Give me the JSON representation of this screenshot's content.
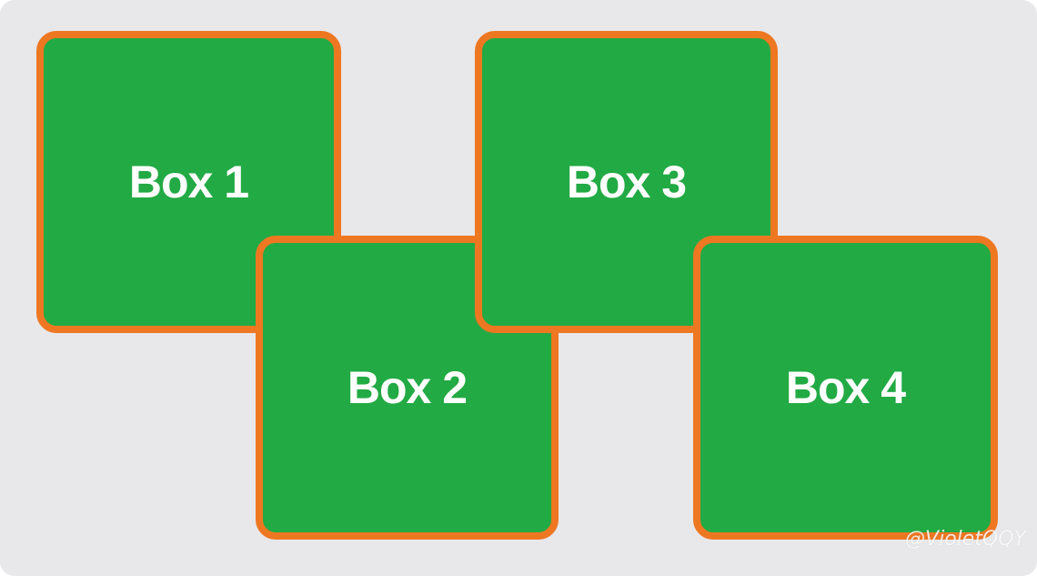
{
  "boxes": [
    {
      "label": "Box 1"
    },
    {
      "label": "Box 2"
    },
    {
      "label": "Box 3"
    },
    {
      "label": "Box 4"
    }
  ],
  "watermark": "@VioletQQY",
  "colors": {
    "background": "#e8e7ea",
    "box_fill": "#22aa44",
    "box_border": "#ee7722",
    "text": "#ffffff"
  }
}
